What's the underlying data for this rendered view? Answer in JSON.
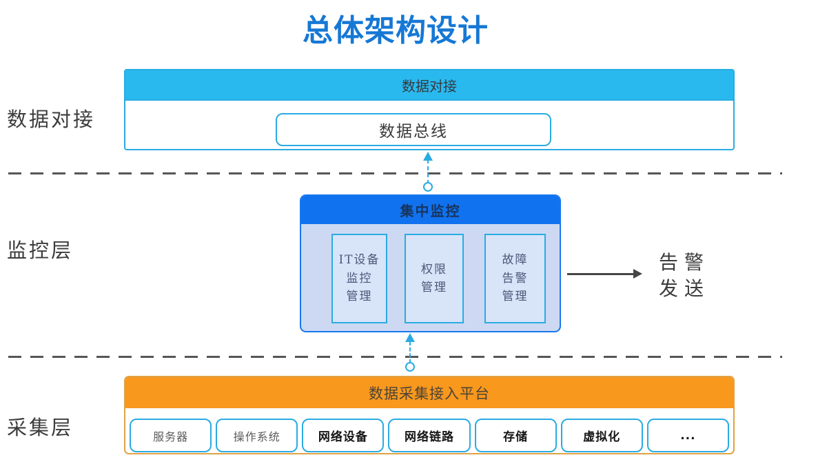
{
  "title": "总体架构设计",
  "colors": {
    "title_blue": "#1678d5",
    "cyan_header": "#29b9ef",
    "cyan_border": "#29abe2",
    "blue_header": "#1172ef",
    "mid_body_blue": "#cdd9f2",
    "orange_header": "#f8981d",
    "orange_border": "#dfa244",
    "dash_gray": "#555555"
  },
  "layers": {
    "data_integration": {
      "side_label": "数据对接",
      "header": "数据对接",
      "bus_label": "数据总线"
    },
    "monitoring": {
      "side_label": "监控层",
      "header": "集中监控",
      "modules": [
        {
          "label": "IT设备\n监控\n管理"
        },
        {
          "label": "权限\n管理"
        },
        {
          "label": "故障\n告警\n管理"
        }
      ],
      "alarm_output_label": "告警\n发送"
    },
    "collection": {
      "side_label": "采集层",
      "header": "数据采集接入平台",
      "items": [
        {
          "label": "服务器",
          "bold": false
        },
        {
          "label": "操作系统",
          "bold": false
        },
        {
          "label": "网络设备",
          "bold": true
        },
        {
          "label": "网络链路",
          "bold": true
        },
        {
          "label": "存储",
          "bold": true
        },
        {
          "label": "虚拟化",
          "bold": true
        },
        {
          "label": "...",
          "bold": true
        }
      ]
    }
  }
}
